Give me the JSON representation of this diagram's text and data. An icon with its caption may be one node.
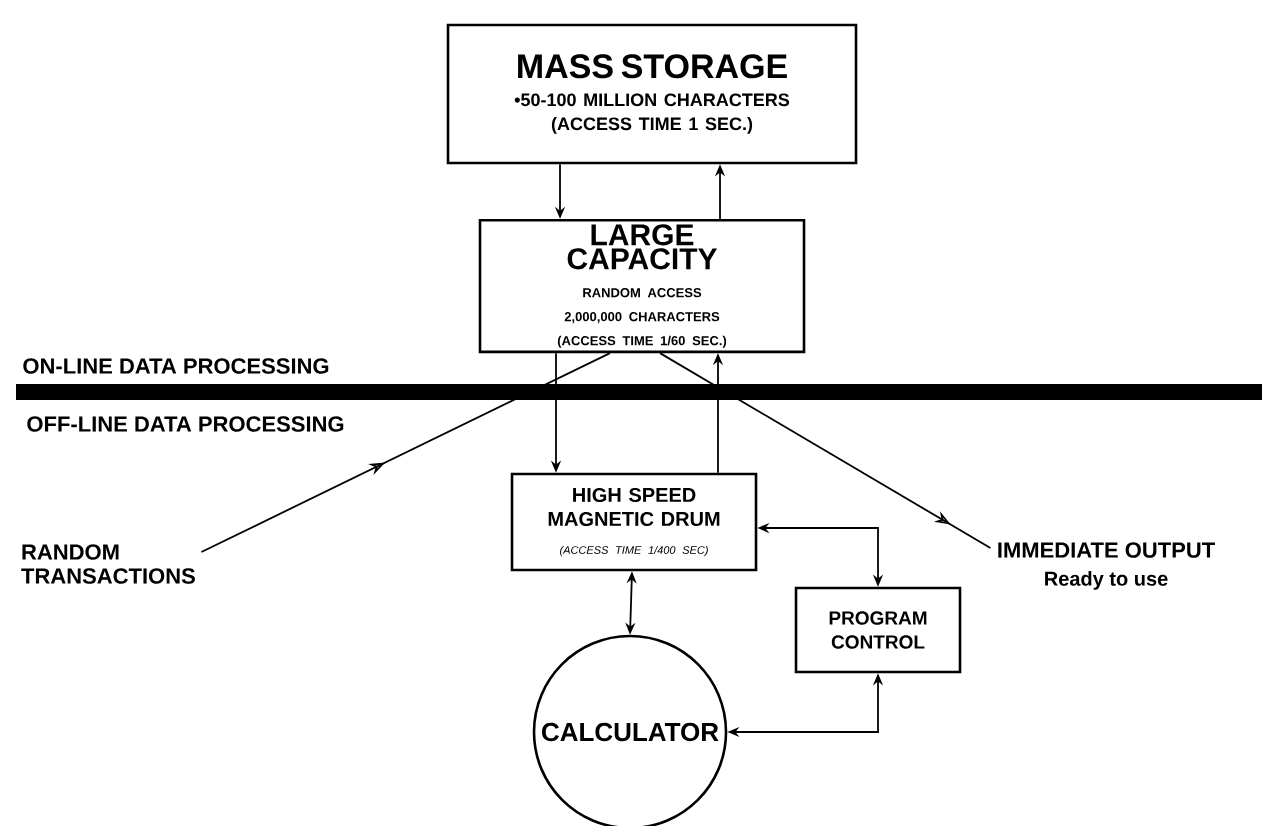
{
  "diagram": {
    "nodes": [
      {
        "text": [
          "MASS STORAGE",
          "•50-100 MILLION CHARACTERS (ACCESS TIME 1 SEC.)"
        ]
      },
      {
        "text": [
          "LARGE CAPACITY",
          "RANDOM ACCESS 2,000,000 CHARACTERS (ACCESS TIME 1/60 SEC.)"
        ]
      },
      {
        "text": [
          "RANDOM TRANSACTIONS"
        ]
      },
      {
        "text": [
          "HIGH SPEED MAGNETIC DRUM",
          "(ACCESS TIME 1/400 SEC)"
        ]
      },
      {
        "text": [
          "IMMEDIATE OUTPUT",
          "Ready to use"
        ]
      },
      {
        "text": [
          "PROGRAM CONTROL"
        ]
      },
      {
        "text": [
          "CALCULATOR"
        ]
      }
    ],
    "edges": [
      {
        "from": 0,
        "to": 1,
        "arrow": "to"
      },
      {
        "from": 1,
        "to": 0,
        "arrow": "to"
      },
      {
        "from": 1,
        "to": 3,
        "arrow": "to"
      },
      {
        "from": 3,
        "to": 1,
        "arrow": "to"
      },
      {
        "from": 2,
        "to": 1,
        "arrow": "to"
      },
      {
        "from": 1,
        "to": 4,
        "arrow": "to"
      },
      {
        "from": 3,
        "to": 5,
        "arrow": "both"
      },
      {
        "from": 3,
        "to": 6,
        "arrow": "both"
      },
      {
        "from": 6,
        "to": 5,
        "arrow": "both"
      }
    ],
    "labels": [
      "ON-LINE DATA PROCESSING",
      "OFF-LINE DATA PROCESSING"
    ]
  }
}
